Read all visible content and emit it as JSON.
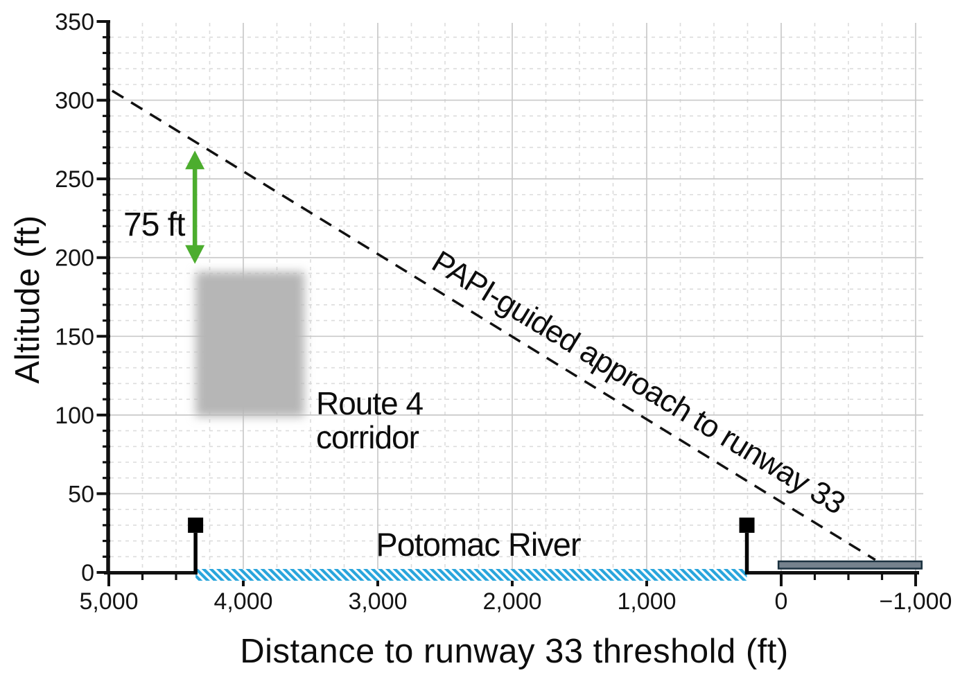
{
  "chart_data": {
    "type": "line",
    "title": "",
    "xlabel": "Distance to runway 33 threshold (ft)",
    "ylabel": "Altitude (ft)",
    "x_axis": {
      "range": [
        5000,
        -1000
      ],
      "reversed": true,
      "tick_values": [
        5000,
        4000,
        3000,
        2000,
        1000,
        0,
        -1000
      ],
      "tick_labels": [
        "5,000",
        "4,000",
        "3,000",
        "2,000",
        "1,000",
        "0",
        "−1,000"
      ],
      "minor_step": 250,
      "visible_minor_ticks": [
        4750,
        4500,
        -250,
        -500,
        -750
      ]
    },
    "y_axis": {
      "range": [
        0,
        350
      ],
      "tick_values": [
        0,
        50,
        100,
        150,
        200,
        250,
        300,
        350
      ],
      "tick_labels": [
        "0",
        "50",
        "100",
        "150",
        "200",
        "250",
        "300",
        "350"
      ],
      "minor_step": 10
    },
    "grid": {
      "major": "solid",
      "minor": "dashed",
      "on": true
    },
    "series": [
      {
        "name": "PAPI-guided approach to runway 33",
        "style": "dashed",
        "glide_slope_deg": 3,
        "threshold_crossing_alt_ft": 45,
        "points": [
          {
            "x": 4975,
            "alt": 306
          },
          {
            "x": -700,
            "alt": 8
          }
        ]
      }
    ],
    "shapes": {
      "route4_corridor": {
        "x_range_ft": [
          4400,
          3500
        ],
        "alt_range_ft": [
          95,
          195
        ]
      },
      "potomac_river": {
        "x_range_ft": [
          4355,
          255
        ]
      },
      "bank_markers": [
        {
          "x_ft": 4355,
          "alt_ft": 30
        },
        {
          "x_ft": 255,
          "alt_ft": 30
        }
      ],
      "runway": {
        "x_range_ft": [
          20,
          -1045
        ]
      }
    },
    "annotations": {
      "gap": {
        "text": "75 ft",
        "arrow_x_ft": 4360,
        "arrow_alt_range_ft": [
          196,
          268
        ]
      },
      "route4": {
        "line1": "Route 4",
        "line2": "corridor"
      },
      "potomac": {
        "text": "Potomac River"
      },
      "approach": {
        "text": "PAPI-guided approach to runway 33",
        "rotation_deg": 31.3
      }
    },
    "colors": {
      "background": "#FFFFFF",
      "axis": "#111111",
      "approach_line": "#111111",
      "grid_major": "#C9C9C9",
      "grid_minor": "#DCDCDC",
      "arrow_green": "#4CAD2E",
      "river_blue": "#29A5DC",
      "corridor_gray": "#B6B6B6",
      "runway_fill": "#75828D",
      "runway_border": "#1B3240",
      "marker_black": "#000000"
    }
  }
}
